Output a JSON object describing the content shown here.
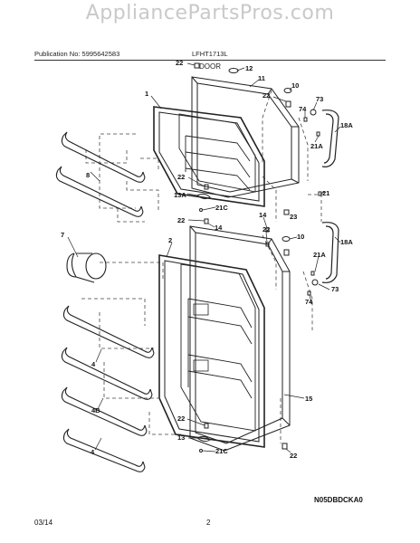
{
  "watermark": "AppliancePartsPros.com",
  "header": {
    "publication": "Publication No: 5995642583",
    "model": "LFHT1713L",
    "section": "DOOR"
  },
  "diagram_code": "N05DBDCKA0",
  "footer": {
    "date": "03/14",
    "page": "2"
  },
  "callouts": {
    "c22a": "22",
    "c12": "12",
    "c11": "11",
    "c1": "1",
    "c22b": "22",
    "c10a": "10",
    "c73a": "73",
    "c74a": "74",
    "c18Aa": "18A",
    "c21Aa": "21A",
    "c8": "8",
    "c22c": "22",
    "c13A": "13A",
    "c21Ca": "21C",
    "c21": "21",
    "c22d": "22",
    "c14a": "14",
    "c14b": "14",
    "c23": "23",
    "c10b": "10",
    "c18Ab": "18A",
    "c7": "7",
    "c2": "2",
    "c21Ab": "21A",
    "c73b": "73",
    "c74b": "74",
    "c4a": "4",
    "c15": "15",
    "c4B": "4B",
    "c22e": "22",
    "c13": "13",
    "c21Cb": "21C",
    "c4b": "4",
    "c22f": "22"
  }
}
